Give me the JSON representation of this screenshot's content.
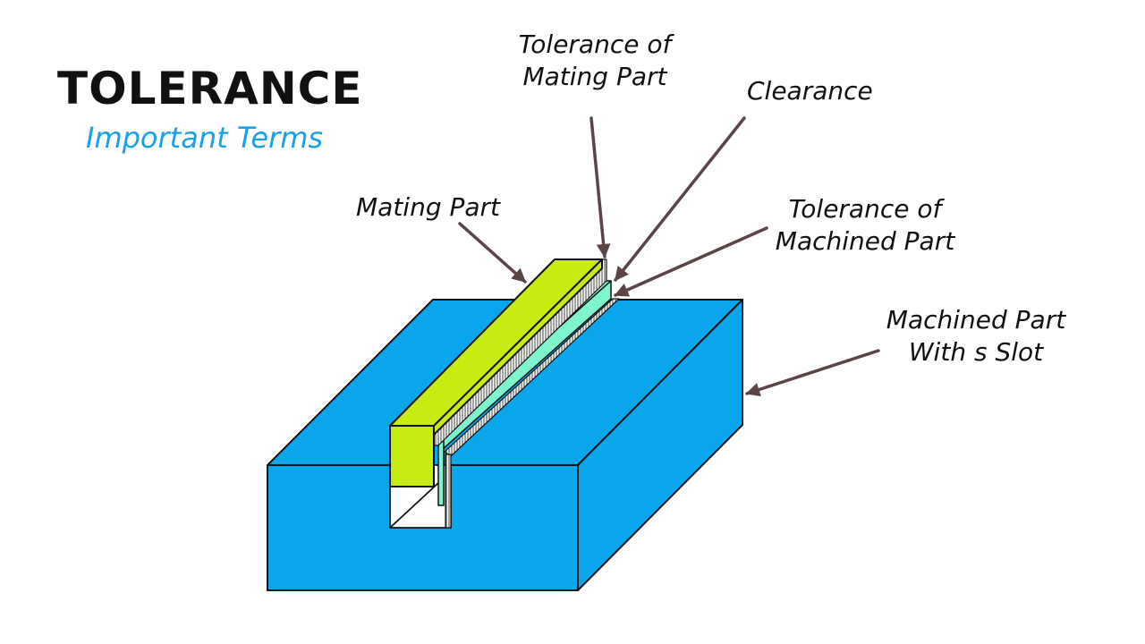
{
  "title": "TOLERANCE",
  "subtitle": "Important Terms",
  "labels": {
    "mating_part": "Mating Part",
    "tolerance_mating_line1": "Tolerance of",
    "tolerance_mating_line2": "Mating Part",
    "clearance": "Clearance",
    "tolerance_machined_line1": "Tolerance of",
    "tolerance_machined_line2": "Machined Part",
    "machined_part_line1": "Machined Part",
    "machined_part_line2": "With s Slot"
  },
  "colors": {
    "block": "#0aa6ec",
    "mating_part": "#c6ec12",
    "clearance_strip": "#7ef5cf",
    "arrow": "#5b4446",
    "subtitle": "#1aa0e8"
  }
}
